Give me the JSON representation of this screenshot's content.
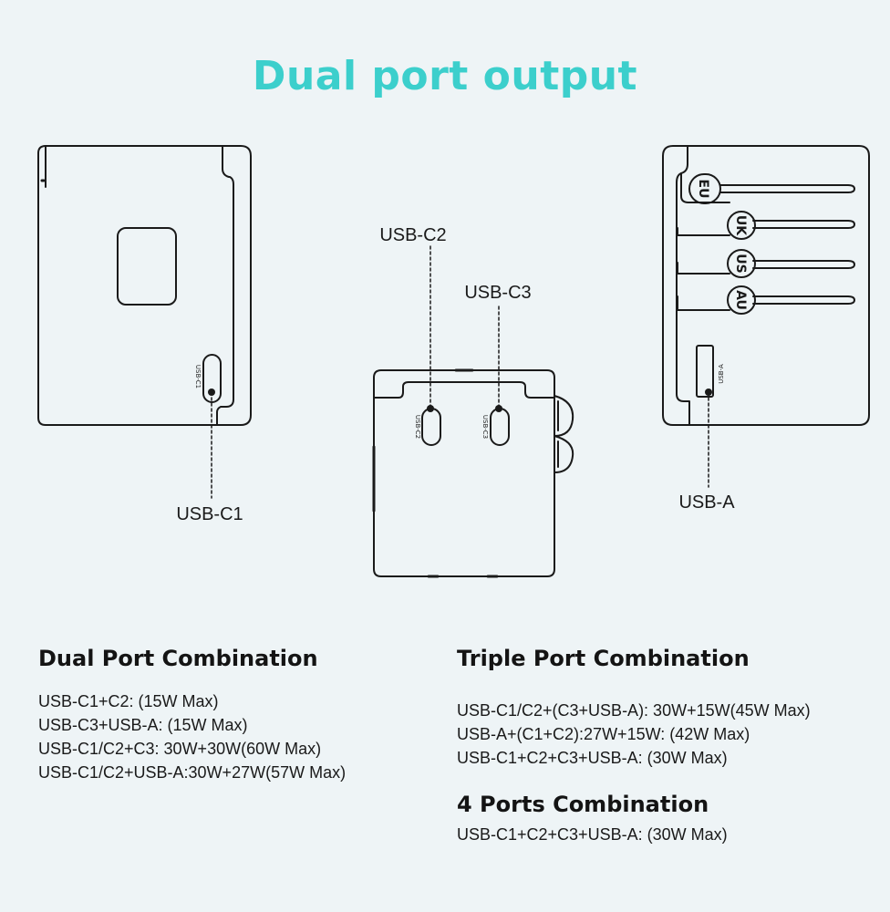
{
  "title": "Dual port output",
  "ports": {
    "c1": "USB-C1",
    "c2": "USB-C2",
    "c3": "USB-C3",
    "a": "USB-A"
  },
  "device_labels": {
    "c1": "USB-C1",
    "c2": "USB-C2",
    "c3": "USB-C3",
    "a": "USB-A"
  },
  "plugs": [
    "EU",
    "UK",
    "US",
    "AU"
  ],
  "dual": {
    "heading": "Dual Port Combination",
    "lines": [
      "USB-C1+C2: (15W Max)",
      "USB-C3+USB-A: (15W Max)",
      "USB-C1/C2+C3: 30W+30W(60W Max)",
      "USB-C1/C2+USB-A:30W+27W(57W Max)"
    ]
  },
  "triple": {
    "heading": "Triple Port Combination",
    "lines": [
      "USB-C1/C2+(C3+USB-A): 30W+15W(45W Max)",
      "USB-A+(C1+C2):27W+15W: (42W Max)",
      "USB-C1+C2+C3+USB-A: (30W Max)"
    ]
  },
  "four": {
    "heading": "4 Ports Combination",
    "lines": [
      "USB-C1+C2+C3+USB-A: (30W Max)"
    ]
  },
  "colors": {
    "title": "#3ccfcc",
    "background": "#eef4f6",
    "stroke": "#1a1a1a"
  }
}
